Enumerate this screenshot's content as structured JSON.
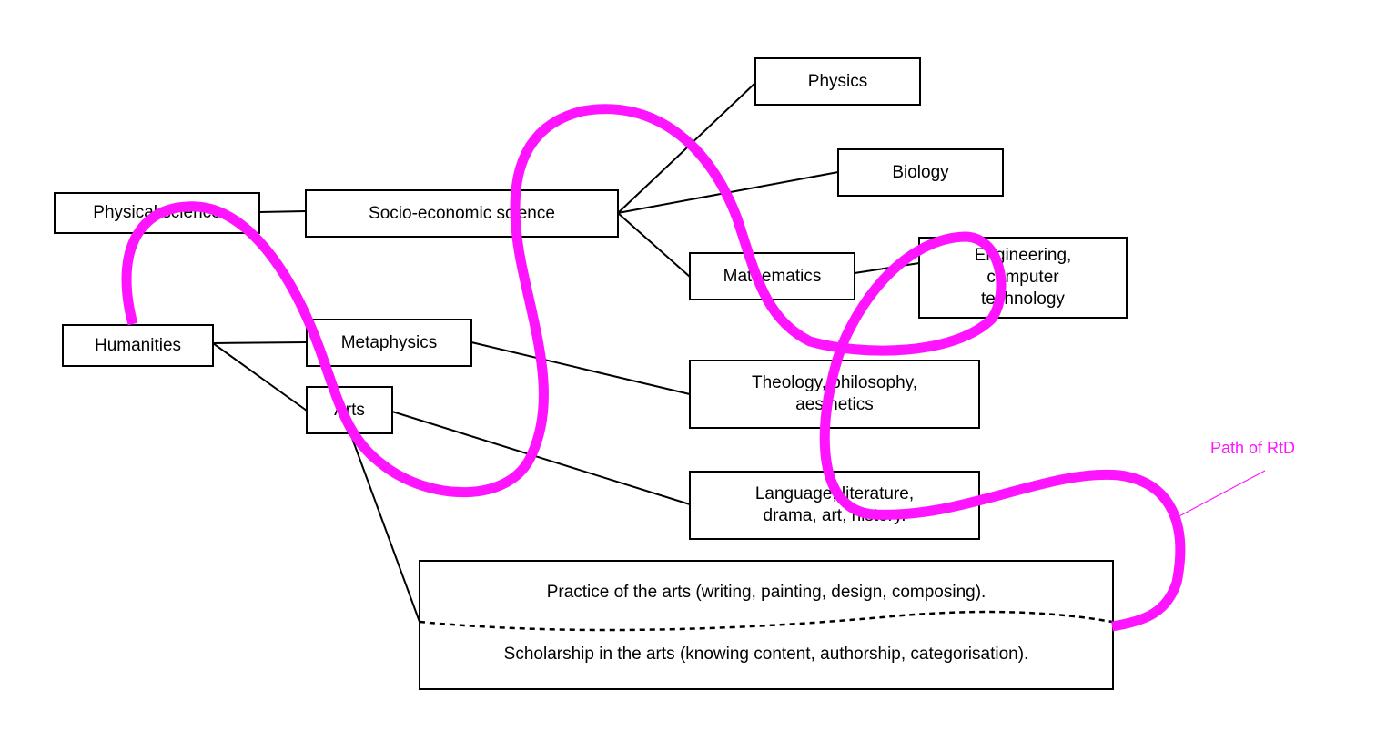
{
  "colors": {
    "path": "#ff14ff",
    "line": "#000000",
    "box_border": "#000000"
  },
  "nodes": {
    "physical_science": "Physical science",
    "socio_economic_science": "Socio-economic science",
    "physics": "Physics",
    "biology": "Biology",
    "mathematics": "Mathematics",
    "engineering": "Engineering,\ncomputer\ntechnology",
    "humanities": "Humanities",
    "metaphysics": "Metaphysics",
    "arts": "Arts",
    "theology": "Theology, philosophy,\naesthetics",
    "language": "Language, literature,\ndrama, art, history."
  },
  "arts_box": {
    "practice": "Practice of the arts (writing, painting, design, composing).",
    "scholarship": "Scholarship in the arts (knowing content, authorship, categorisation)."
  },
  "path_label": "Path of RtD"
}
